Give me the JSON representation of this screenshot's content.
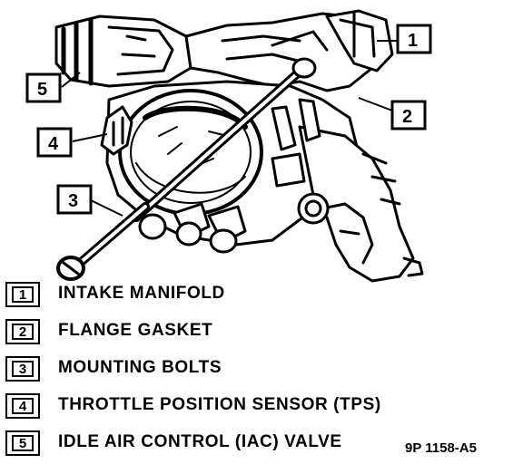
{
  "callouts": [
    {
      "number": "1",
      "label": "INTAKE MANIFOLD"
    },
    {
      "number": "2",
      "label": "FLANGE GASKET"
    },
    {
      "number": "3",
      "label": "MOUNTING BOLTS"
    },
    {
      "number": "4",
      "label": "THROTTLE POSITION SENSOR (TPS)"
    },
    {
      "number": "5",
      "label": "IDLE AIR CONTROL (IAC) VALVE"
    }
  ],
  "figure_code": "9P 1158-A5",
  "colors": {
    "ink": "#000000",
    "paper": "#ffffff"
  }
}
